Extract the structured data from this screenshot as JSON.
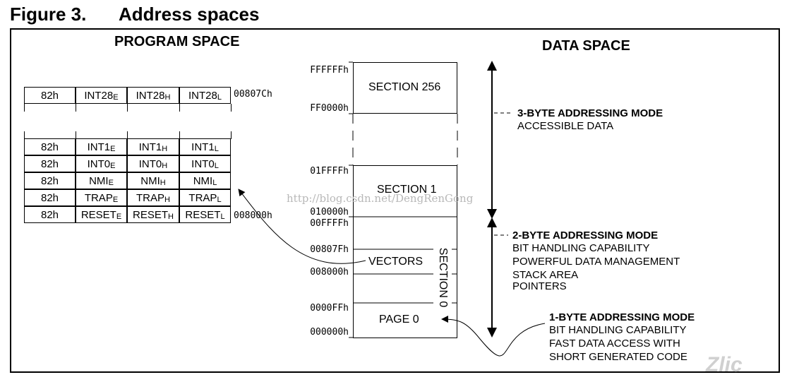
{
  "figure": {
    "number": "Figure 3.",
    "title": "Address spaces"
  },
  "program_space": {
    "heading": "PROGRAM SPACE",
    "top_row": {
      "opcode": "82h",
      "cells": [
        {
          "base": "INT28",
          "sub": "E"
        },
        {
          "base": "INT28",
          "sub": "H"
        },
        {
          "base": "INT28",
          "sub": "L"
        }
      ],
      "address": "00807Ch"
    },
    "rows": [
      {
        "opcode": "82h",
        "cells": [
          {
            "base": "INT1",
            "sub": "E"
          },
          {
            "base": "INT1",
            "sub": "H"
          },
          {
            "base": "INT1",
            "sub": "L"
          }
        ]
      },
      {
        "opcode": "82h",
        "cells": [
          {
            "base": "INT0",
            "sub": "E"
          },
          {
            "base": "INT0",
            "sub": "H"
          },
          {
            "base": "INT0",
            "sub": "L"
          }
        ]
      },
      {
        "opcode": "82h",
        "cells": [
          {
            "base": "NMI",
            "sub": "E"
          },
          {
            "base": "NMI",
            "sub": "H"
          },
          {
            "base": "NMI",
            "sub": "L"
          }
        ]
      },
      {
        "opcode": "82h",
        "cells": [
          {
            "base": "TRAP",
            "sub": "E"
          },
          {
            "base": "TRAP",
            "sub": "H"
          },
          {
            "base": "TRAP",
            "sub": "L"
          }
        ]
      },
      {
        "opcode": "82h",
        "cells": [
          {
            "base": "RESET",
            "sub": "E"
          },
          {
            "base": "RESET",
            "sub": "H"
          },
          {
            "base": "RESET",
            "sub": "L"
          }
        ]
      }
    ],
    "bottom_address": "008000h"
  },
  "memory_map": {
    "addresses": {
      "a_ffffff": "FFFFFFh",
      "a_ff0000": "FF0000h",
      "a_01ffff": "01FFFFh",
      "a_010000": "010000h",
      "a_00ffff": "00FFFFh",
      "a_00807f": "00807Fh",
      "a_008000": "008000h",
      "a_0000ff": "0000FFh",
      "a_000000": "000000h"
    },
    "section_256": "SECTION 256",
    "section_1": "SECTION 1",
    "vectors": "VECTORS",
    "section_0": "SECTION 0",
    "page_0": "PAGE 0"
  },
  "data_space": {
    "heading": "DATA SPACE",
    "mode3": {
      "title": "3-BYTE ADDRESSING MODE",
      "lines": [
        "ACCESSIBLE DATA"
      ]
    },
    "mode2": {
      "title": "2-BYTE ADDRESSING MODE",
      "lines": [
        "BIT HANDLING CAPABILITY",
        "POWERFUL DATA MANAGEMENT",
        "STACK AREA",
        "POINTERS"
      ]
    },
    "mode1": {
      "title": "1-BYTE ADDRESSING MODE",
      "lines": [
        "BIT HANDLING CAPABILITY",
        "FAST DATA ACCESS WITH",
        "SHORT GENERATED CODE"
      ]
    }
  },
  "watermark": "http://blog.csdn.net/DengRenGong",
  "logo_text": "Zlic",
  "colors": {
    "line": "#000000",
    "watermark": "#b8b8b8",
    "background": "#ffffff"
  }
}
